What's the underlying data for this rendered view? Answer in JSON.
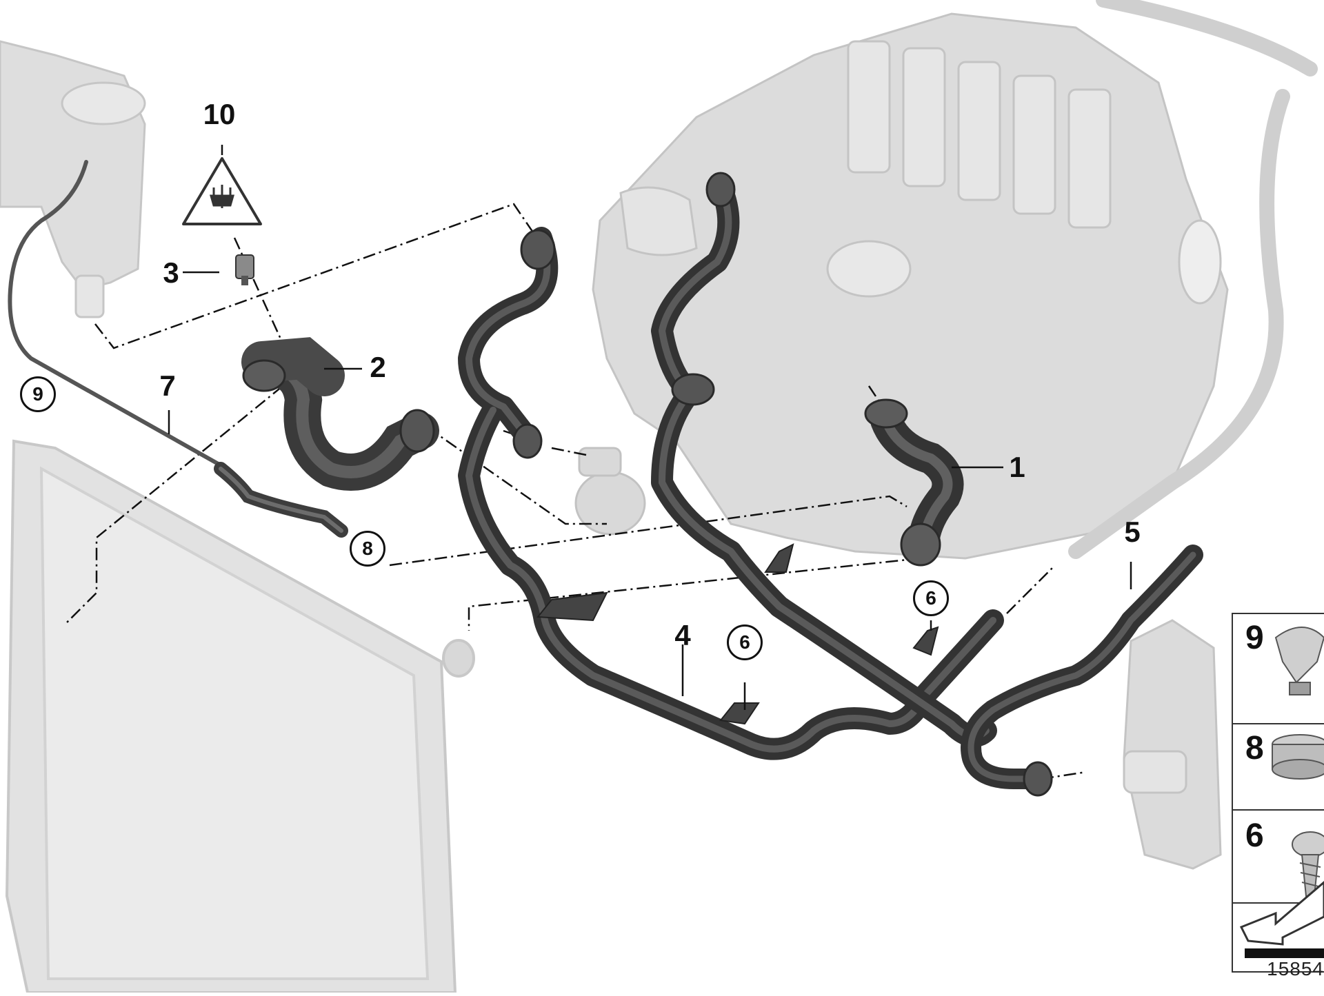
{
  "diagram": {
    "callouts": [
      {
        "id": "1",
        "label": "1"
      },
      {
        "id": "2",
        "label": "2"
      },
      {
        "id": "3",
        "label": "3"
      },
      {
        "id": "4",
        "label": "4"
      },
      {
        "id": "5",
        "label": "5"
      },
      {
        "id": "7",
        "label": "7"
      },
      {
        "id": "10",
        "label": "10"
      }
    ],
    "circled_callouts": [
      {
        "id": "9",
        "label": "9"
      },
      {
        "id": "8",
        "label": "8"
      },
      {
        "id": "6a",
        "label": "6"
      },
      {
        "id": "6b",
        "label": "6"
      }
    ],
    "legend": [
      {
        "label": "9"
      },
      {
        "label": "8"
      },
      {
        "label": "6"
      }
    ],
    "drawing_number": "15854",
    "colors": {
      "hose": "#3a3a3a",
      "hose_highlight": "#6a6a6a",
      "ghost_part": "#d8d8d8",
      "ghost_stroke": "#bdbdbd",
      "line": "#111111"
    }
  }
}
